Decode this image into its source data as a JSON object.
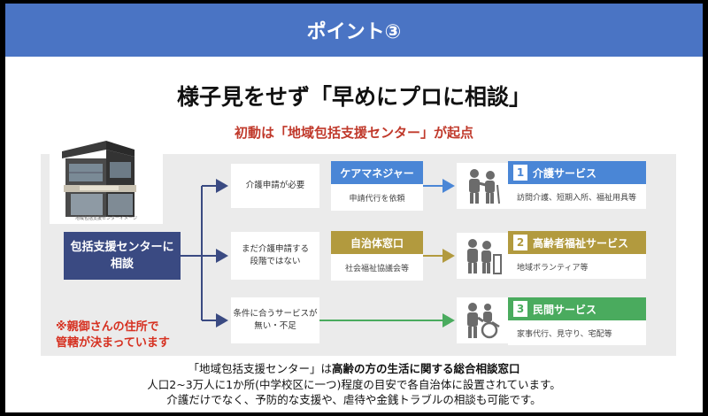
{
  "banner": {
    "title": "ポイント③"
  },
  "heading": {
    "title": "様子見をせず「早めにプロに相談」",
    "subtitle": "初動は「地域包括支援センター」が起点"
  },
  "building": {
    "caption": "地域包括支援センターイメージ",
    "sign": "地域包括支援センター"
  },
  "center_box": {
    "line1": "包括支援センターに",
    "line2": "相談"
  },
  "note": {
    "line1": "※親御さんの住所で",
    "line2": "管轄が決まっています"
  },
  "rows": [
    {
      "condition": [
        "介護申請が必要"
      ],
      "agency": {
        "name": "ケアマネジャー",
        "desc": "申請代行を依頼",
        "color": "#4a86d6"
      },
      "service": {
        "number": "1",
        "name": "介護サービス",
        "desc": "訪問介護、短期入所、福祉用具等",
        "color": "#4a86d6"
      },
      "icon": "caregiver-elderly-icon"
    },
    {
      "condition": [
        "まだ介護申請する",
        "段階ではない"
      ],
      "agency": {
        "name": "自治体窓口",
        "desc": "社会福祉協議会等",
        "color": "#b29a3e"
      },
      "service": {
        "number": "2",
        "name": "高齢者福祉サービス",
        "desc": "地域ボランティア等",
        "color": "#b29a3e"
      },
      "icon": "elderly-walker-icon"
    },
    {
      "condition": [
        "条件に合うサービスが",
        "無い・不足"
      ],
      "agency": null,
      "service": {
        "number": "3",
        "name": "民間サービス",
        "desc": "家事代行、見守り、宅配等",
        "color": "#4aab5e"
      },
      "icon": "wheelchair-icon"
    }
  ],
  "footer": {
    "line1_a": "「地域包括支援センター」は",
    "line1_b": "高齢の方の生活に関する総合相談窓口",
    "line2": "人口2~3万人に1か所(中学校区に一つ)程度の目安で各自治体に設置されています。",
    "line3": "介護だけでなく、予防的な支援や、虐待や金銭トラブルの相談も可能です。"
  }
}
